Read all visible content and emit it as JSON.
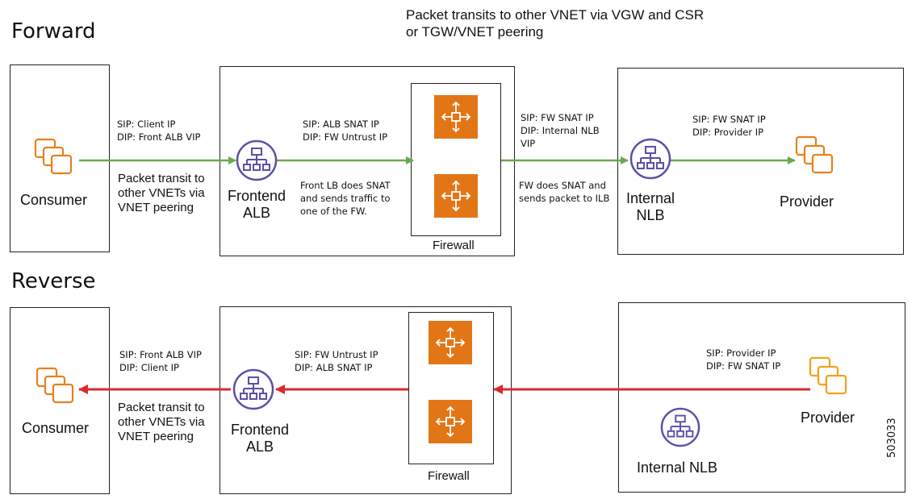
{
  "header_note": [
    "Packet transits to other VNET via VGW and CSR",
    "or TGW/VNET peering"
  ],
  "forward": {
    "title": "Forward",
    "consumer_label": "Consumer",
    "consumer_link": {
      "labels": [
        "SIP: Client IP",
        "DIP: Front ALB VIP"
      ],
      "note": [
        "Packet transit to",
        "other VNETs via",
        "VNET peering"
      ]
    },
    "frontend_label": [
      "Frontend",
      "ALB"
    ],
    "alb_to_fw": {
      "labels": [
        "SIP: ALB SNAT IP",
        "DIP: FW Untrust IP"
      ],
      "note": [
        "Front LB does SNAT",
        "and sends traffic to",
        "one of the FW."
      ]
    },
    "firewall_label": "Firewall",
    "fw_to_nlb": {
      "labels": [
        "SIP: FW SNAT IP",
        "DIP: Internal NLB",
        "VIP"
      ],
      "note": [
        "FW does SNAT and",
        "sends packet to ILB"
      ]
    },
    "nlb_label": [
      "Internal",
      "NLB"
    ],
    "nlb_to_provider": {
      "labels": [
        "SIP: FW SNAT IP",
        "DIP: Provider IP"
      ]
    },
    "provider_label": "Provider"
  },
  "reverse": {
    "title": "Reverse",
    "consumer_label": "Consumer",
    "alb_to_consumer": {
      "labels": [
        "SIP: Front ALB VIP",
        "DIP: Client IP"
      ],
      "note": [
        "Packet transit to",
        "other VNETs via",
        "VNET peering"
      ]
    },
    "frontend_label": [
      "Frontend",
      "ALB"
    ],
    "fw_to_alb": {
      "labels": [
        "SIP: FW Untrust IP",
        "DIP: ALB SNAT IP"
      ]
    },
    "firewall_label": "Firewall",
    "provider_to_fw": {
      "labels": [
        "SIP: Provider IP",
        "DIP: FW SNAT IP"
      ]
    },
    "provider_label": "Provider",
    "nlb_label": "Internal NLB"
  },
  "figure_id": "503033",
  "colors": {
    "forward_arrow": "#6aa84f",
    "reverse_arrow": "#d92b2b",
    "lb_icon": "#5b4fa8",
    "orange": "#e8801c",
    "fw_tile": "#e27617"
  }
}
